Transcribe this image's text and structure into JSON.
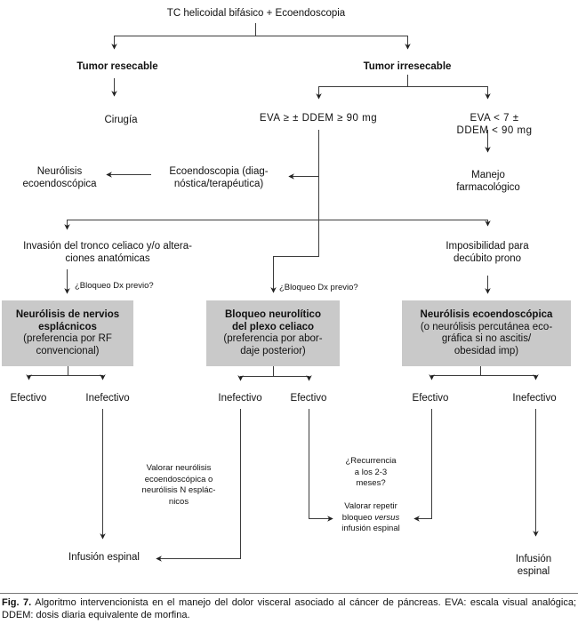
{
  "colors": {
    "box_fill": "#c9c9c9",
    "line": "#3c3c3c",
    "text": "#111111"
  },
  "figure": {
    "title": "TC helicoidal bifásico + Ecoendoscopia",
    "caption_label": "Fig. 7.",
    "caption_text": "Algoritmo intervencionista en el manejo del dolor visceral asociado al cáncer de páncreas. EVA: escala visual analógica; DDEM: dosis diaria equivalente de morfina."
  },
  "nodes": {
    "tumor_resecable": "Tumor resecable",
    "tumor_irresecable": "Tumor irresecable",
    "cirugia": "Cirugía",
    "eva_alta": "EVA ≥ ± DDEM ≥ 90 mg",
    "eva_baja": "EVA < 7 ± DDEM < 90 mg",
    "manejo_farmacologico": "Manejo farmacológico",
    "ecoendoscopia": "Ecoendoscopia (diag-\nnóstica/terapéutica)",
    "neurolisis_ecoendoscopica": "Neurólisis\necoendoscópica",
    "invasion_tronco": "Invasión del tronco celiaco y/o altera-\nciones anatómicas",
    "imposibilidad_prono": "Imposibilidad para\ndecúbito prono",
    "bloqueo_dx_izquierda": "¿Bloqueo Dx previo?",
    "bloqueo_dx_centro": "¿Bloqueo Dx previo?",
    "infusion_espinal_izquierda": "Infusión espinal",
    "infusion_espinal_derecha": "Infusión espinal"
  },
  "boxes": {
    "esplacnicos": {
      "title": "Neurólisis de nervios\nesplácnicos",
      "subtitle": "(preferencia por RF\nconvencional)"
    },
    "plexo_celiaco": {
      "title": "Bloqueo neurolítico\ndel plexo celiaco",
      "subtitle": "(preferencia por abor-\ndaje posterior)"
    },
    "ecoendoscopica": {
      "title": "Neurólisis ecoendoscópica",
      "subtitle": "(o neurólisis percutánea eco-\ngráfica si no ascitis/\nobesidad imp)"
    }
  },
  "outcomes": {
    "izquierda_efectivo": "Efectivo",
    "izquierda_inefectivo": "Inefectivo",
    "centro_inefectivo": "Inefectivo",
    "centro_efectivo": "Efectivo",
    "derecha_efectivo": "Efectivo",
    "derecha_inefectivo": "Inefectivo"
  },
  "annotations": {
    "valorar_neurolisis": "Valorar neurólisis\necoendoscópica o\nneurólisis N esplác-\nnicos",
    "recurrencia": "¿Recurrencia\na los 2-3\nmeses?",
    "valorar_repetir_l1": "Valorar repetir",
    "valorar_repetir_l2_pre": "bloqueo ",
    "valorar_repetir_l2_it": "versus",
    "valorar_repetir_l3": "infusión espinal"
  }
}
